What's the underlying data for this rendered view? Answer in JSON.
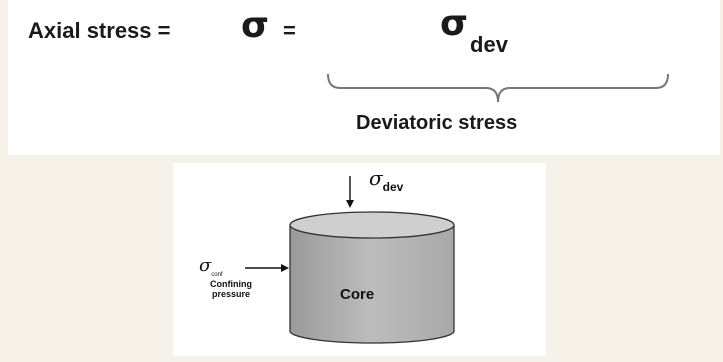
{
  "equation": {
    "axial_label": "Axial stress =",
    "sigma": "σ",
    "equals": "=",
    "sigma_dev_symbol": "σ",
    "sigma_dev_subscript": "dev",
    "brace_label": "Deviatoric stress"
  },
  "diagram": {
    "sigma_dev_symbol": "σ",
    "sigma_dev_subscript": "dev",
    "sigma_conf_symbol": "σ",
    "sigma_conf_subscript": "conf",
    "confining_line1": "Confining",
    "confining_line2": "pressure",
    "core_label": "Core",
    "core_fill_color": "#b8b8b8",
    "core_top_color": "#c8c8c8"
  }
}
